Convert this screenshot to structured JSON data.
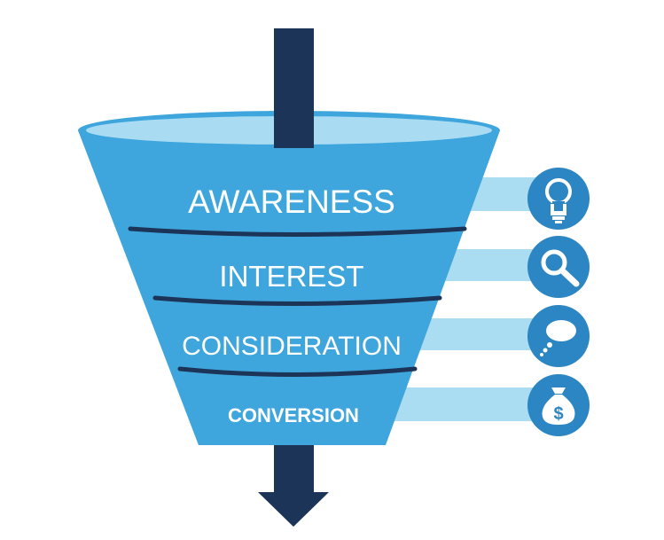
{
  "diagram": {
    "stages": [
      {
        "label": "AWARENESS",
        "icon": "lightbulb-icon"
      },
      {
        "label": "INTEREST",
        "icon": "magnifier-icon"
      },
      {
        "label": "CONSIDERATION",
        "icon": "speech-bubble-icon"
      },
      {
        "label": "CONVERSION",
        "icon": "money-bag-icon"
      }
    ],
    "icon_symbols": {
      "money": "$"
    },
    "colors": {
      "funnel_body": "#3ea6dc",
      "funnel_rim": "#a9dcf3",
      "divider": "#1c3457",
      "arrow": "#1c3457",
      "connector_band": "#aadcf2",
      "icon_circle": "#2c86c4",
      "icon_glyph": "#ffffff"
    }
  }
}
